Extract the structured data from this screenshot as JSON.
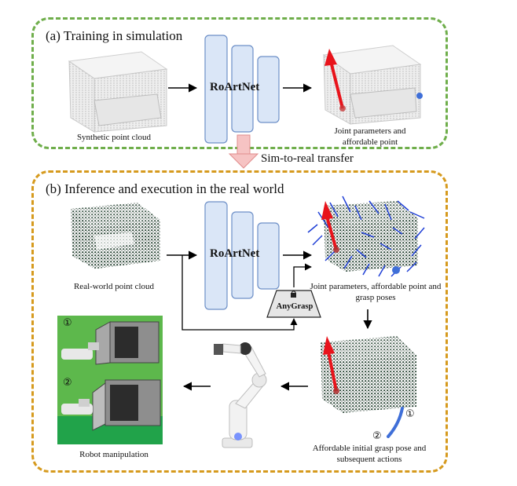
{
  "panel_a": {
    "heading": "(a) Training in simulation",
    "input_caption": "Synthetic point cloud",
    "network": "RoArtNet",
    "output_caption": [
      "Joint parameters and",
      "affordable point"
    ]
  },
  "transfer_label": "Sim-to-real transfer",
  "panel_b": {
    "heading": "(b) Inference and execution in the real world",
    "input_caption": "Real-world point cloud",
    "network": "RoArtNet",
    "output_caption": [
      "Joint parameters, affordable point and",
      "grasp poses"
    ],
    "grasp_module": "AnyGrasp",
    "action_caption": [
      "Affordable initial grasp pose and",
      "subsequent actions"
    ],
    "robot_caption": "Robot manipulation",
    "step_1": "①",
    "step_2": "②"
  },
  "colors": {
    "sim_border": "#6fae4b",
    "real_border": "#d69a1e",
    "net_fill": "#dae6f7",
    "net_stroke": "#6d8fc7",
    "transfer_arrow": "#f6c3c3",
    "joint_axis": "#e8131b",
    "grasp_lines": "#1f3fd6"
  }
}
